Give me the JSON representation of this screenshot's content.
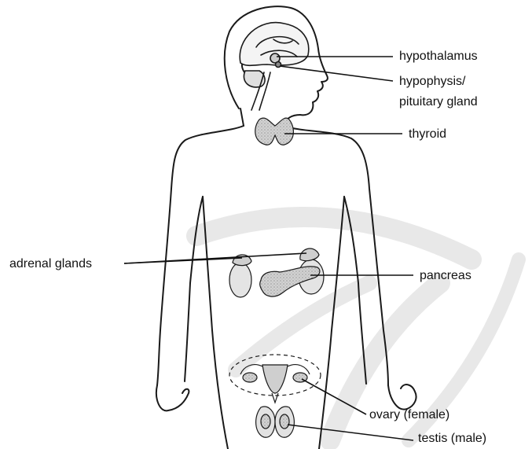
{
  "labels": {
    "hypothalamus": "hypothalamus",
    "hypophysis_line1": "hypophysis/",
    "hypophysis_line2": "pituitary gland",
    "thyroid": "thyroid",
    "adrenal": "adrenal glands",
    "pancreas": "pancreas",
    "ovary": "ovary (female)",
    "testis": "testis (male)"
  },
  "colors": {
    "outline": "#1a1a1a",
    "organ_fill": "#d6d6d6",
    "watermark": "#e6e6e6"
  }
}
